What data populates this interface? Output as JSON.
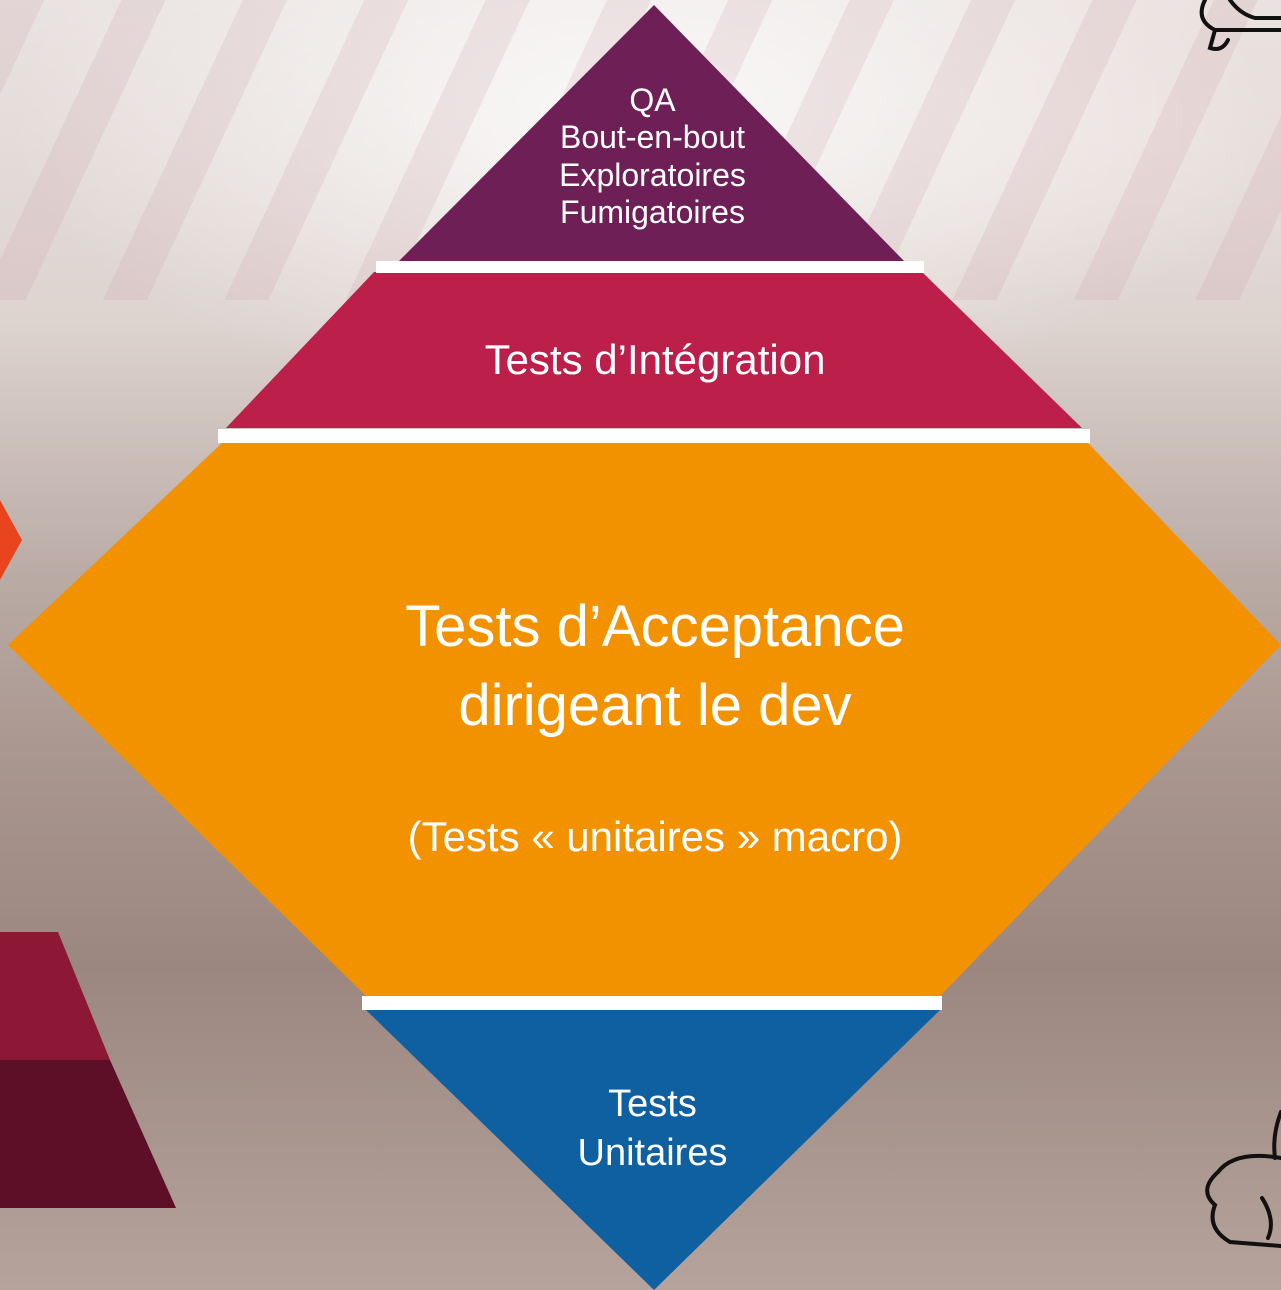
{
  "diagram": {
    "top_tier": {
      "lines": [
        "QA",
        "Bout-en-bout",
        "Exploratoires",
        "Fumigatoires"
      ],
      "color": "#6e1f55"
    },
    "integration_tier": {
      "label": "Tests d’Intégration",
      "color": "#bb1f4a"
    },
    "acceptance_tier": {
      "title_line1": "Tests d’Acceptance",
      "title_line2": "dirigeant le dev",
      "note": "(Tests « unitaires » macro)",
      "color": "#f39200"
    },
    "unit_tier": {
      "lines": [
        "Tests",
        "Unitaires"
      ],
      "color": "#0e60a0"
    }
  },
  "decorations": {
    "left_pyramid_colors": [
      "#8c1836",
      "#5c0f26"
    ],
    "left_arrow_color": "#e8451e",
    "icons": [
      "turtle-icon",
      "hare-icon"
    ]
  }
}
